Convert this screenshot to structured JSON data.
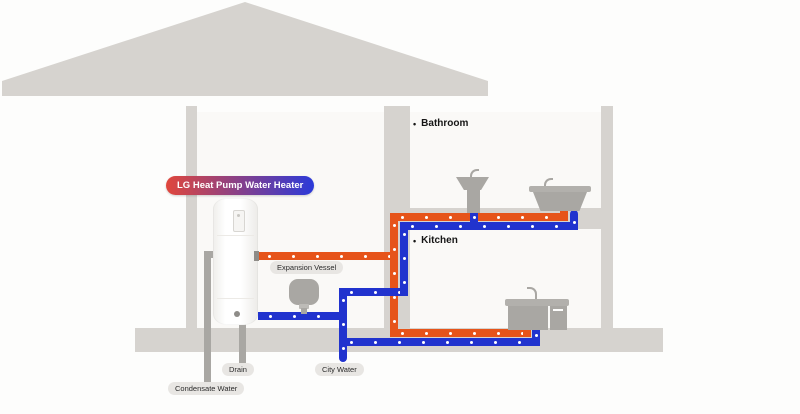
{
  "badge": {
    "text": "LG Heat Pump Water Heater"
  },
  "rooms": {
    "bathroom": {
      "bullet": "•",
      "label": "Bathroom"
    },
    "kitchen": {
      "bullet": "•",
      "label": "Kitchen"
    }
  },
  "labels": {
    "expansion_vessel": "Expansion Vessel",
    "drain": "Drain",
    "city_water": "City Water",
    "condensate_water": "Condensate Water"
  },
  "colors": {
    "hot_water_pipe": "#E6541A",
    "cold_water_pipe": "#2133CE",
    "structure_gray": "#D6D3CF",
    "fixture_gray": "#A9A7A3",
    "badge_gradient_start": "#E0473C",
    "badge_gradient_end": "#2B3AD9"
  }
}
